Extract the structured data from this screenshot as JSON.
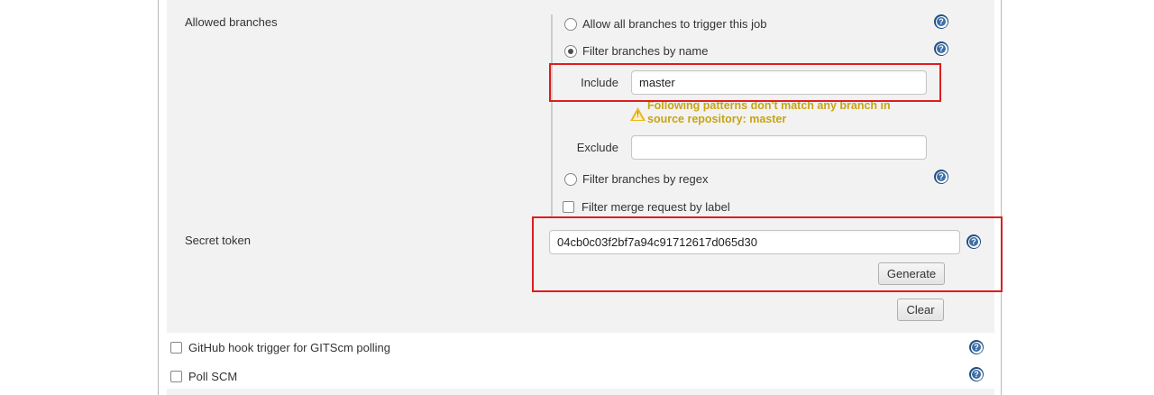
{
  "glyphs": {
    "question": "?",
    "exclaim": "!"
  },
  "allowed_branches": {
    "label": "Allowed branches",
    "radio_all": "Allow all branches to trigger this job",
    "radio_name": "Filter branches by name",
    "include_label": "Include",
    "include_value": "master",
    "warning_line1": "Following patterns don't match any branch in",
    "warning_line2": "source repository: master",
    "exclude_label": "Exclude",
    "exclude_value": "",
    "radio_regex": "Filter branches by regex",
    "check_merge": "Filter merge request by label"
  },
  "secret_token": {
    "label": "Secret token",
    "value": "04cb0c03f2bf7a94c91712617d065d30",
    "generate_label": "Generate"
  },
  "clear_label": "Clear",
  "triggers": {
    "github_hook": "GitHub hook trigger for GITScm polling",
    "poll_scm": "Poll SCM"
  },
  "colors": {
    "annotation_red": "#e01d1d",
    "warning_gold": "#c7a415",
    "help_blue": "#3c6ea8",
    "panel_gray": "#f2f2f2"
  }
}
